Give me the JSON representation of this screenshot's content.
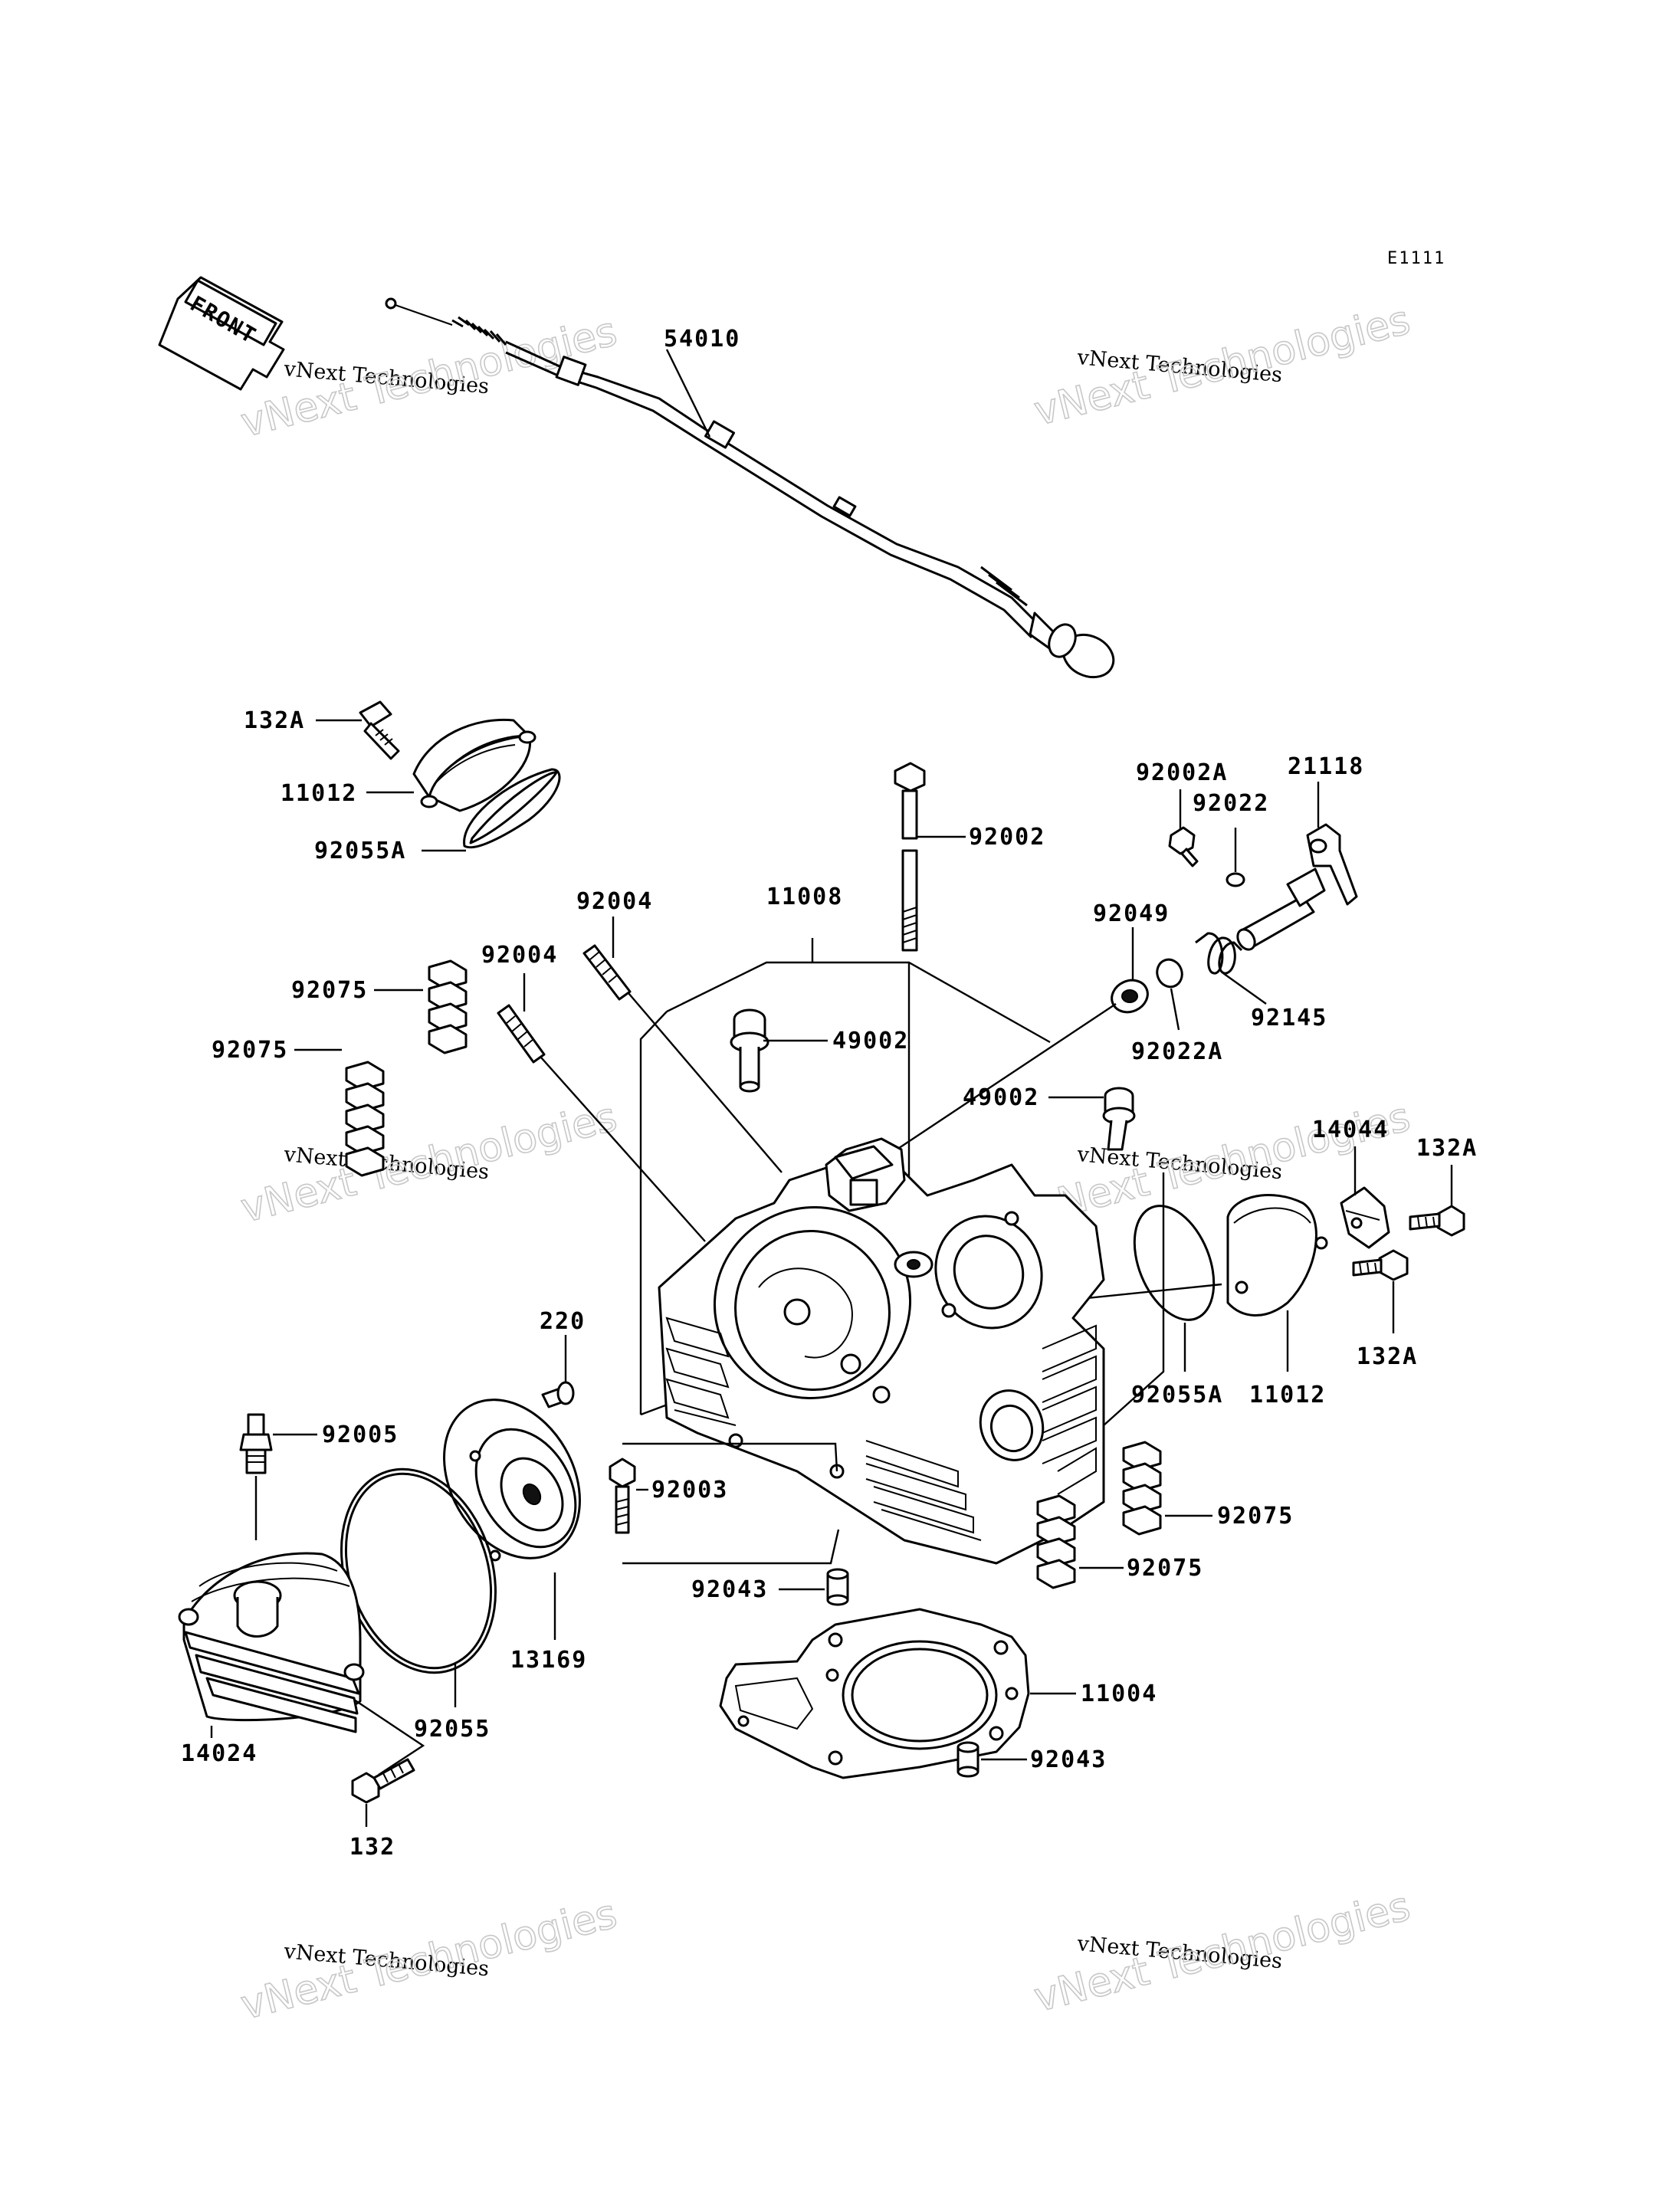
{
  "diagram_code": "E1111",
  "front_arrow": {
    "label": "FRONT"
  },
  "watermarks": [
    {
      "line1": "vNext Technologies",
      "line2": "vNext Technologies"
    },
    {
      "line1": "vNext Technologies",
      "line2": "vNext Technologies"
    },
    {
      "line1": "vNext Technologies",
      "line2": "vNext Technologies"
    },
    {
      "line1": "vNext Technologies",
      "line2": "vNext Technologies"
    },
    {
      "line1": "vNext Technologies",
      "line2": "vNext Technologies"
    },
    {
      "line1": "vNext Technologies",
      "line2": "vNext Technologies"
    }
  ],
  "callouts": [
    {
      "id": "54010"
    },
    {
      "id": "132A"
    },
    {
      "id": "11012"
    },
    {
      "id": "92055A"
    },
    {
      "id": "92002A"
    },
    {
      "id": "21118"
    },
    {
      "id": "92022"
    },
    {
      "id": "92002"
    },
    {
      "id": "11008"
    },
    {
      "id": "92004"
    },
    {
      "id": "92004"
    },
    {
      "id": "92049"
    },
    {
      "id": "92145"
    },
    {
      "id": "92022A"
    },
    {
      "id": "49002"
    },
    {
      "id": "92075"
    },
    {
      "id": "92075"
    },
    {
      "id": "49002"
    },
    {
      "id": "14044"
    },
    {
      "id": "132A"
    },
    {
      "id": "132A"
    },
    {
      "id": "92055A"
    },
    {
      "id": "11012"
    },
    {
      "id": "220"
    },
    {
      "id": "92005"
    },
    {
      "id": "92003"
    },
    {
      "id": "92075"
    },
    {
      "id": "92075"
    },
    {
      "id": "13169"
    },
    {
      "id": "92055"
    },
    {
      "id": "14024"
    },
    {
      "id": "132"
    },
    {
      "id": "92043"
    },
    {
      "id": "11004"
    },
    {
      "id": "92043"
    }
  ]
}
